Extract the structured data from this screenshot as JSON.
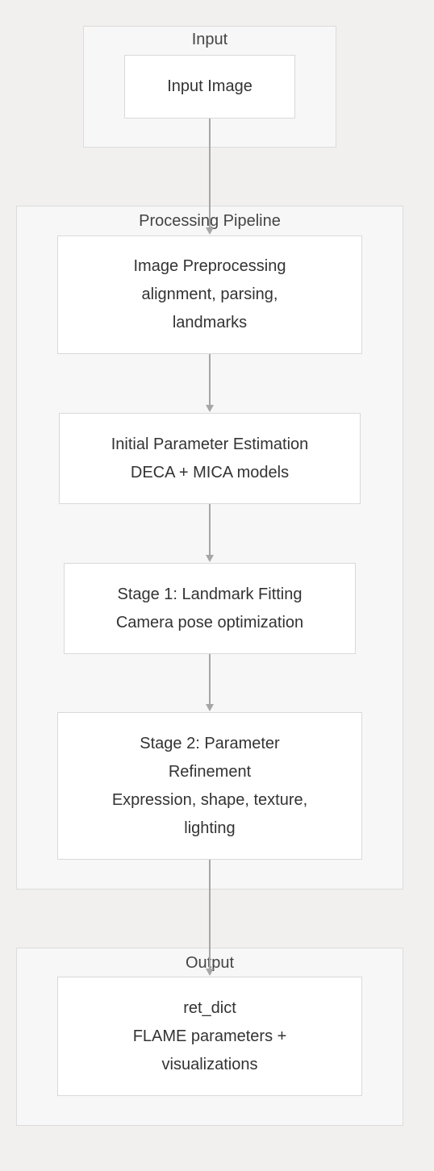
{
  "clusters": {
    "input": {
      "label": "Input"
    },
    "pipeline": {
      "label": "Processing Pipeline"
    },
    "output": {
      "label": "Output"
    }
  },
  "nodes": {
    "input_image": {
      "lines": [
        "Input Image"
      ]
    },
    "preprocessing": {
      "lines": [
        "Image Preprocessing",
        "alignment, parsing,",
        "landmarks"
      ]
    },
    "initial_estimation": {
      "lines": [
        "Initial Parameter Estimation",
        "DECA + MICA models"
      ]
    },
    "stage1": {
      "lines": [
        "Stage 1: Landmark Fitting",
        "Camera pose optimization"
      ]
    },
    "stage2": {
      "lines": [
        "Stage 2: Parameter",
        "Refinement",
        "Expression, shape, texture,",
        "lighting"
      ]
    },
    "ret_dict": {
      "lines": [
        "ret_dict",
        "FLAME parameters +",
        "visualizations"
      ]
    }
  },
  "colors": {
    "background": "#f1f0ee",
    "cluster_fill": "#f7f7f7",
    "cluster_border": "#dcdcdc",
    "node_fill": "#ffffff",
    "node_border": "#d9d9d9",
    "edge": "#a6a6a6",
    "text": "#333333"
  }
}
